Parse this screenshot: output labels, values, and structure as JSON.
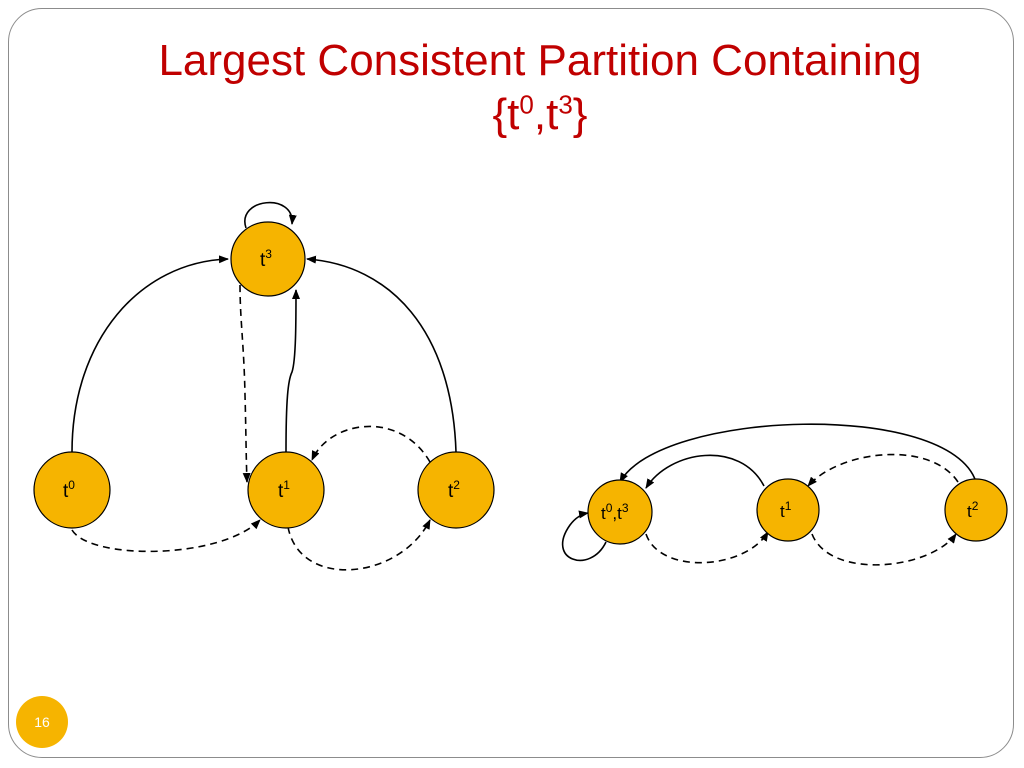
{
  "title": {
    "line1": "Largest Consistent Partition Containing",
    "open": "{t",
    "sup0": "0",
    "comma": ",t",
    "sup3": "3",
    "close": "}"
  },
  "colors": {
    "title": "#c00000",
    "node_fill": "#f6b400",
    "node_stroke": "#000000",
    "slide_number_bg": "#f6b400"
  },
  "left_graph": {
    "nodes": [
      {
        "id": "t3",
        "base": "t",
        "sup": "3"
      },
      {
        "id": "t0",
        "base": "t",
        "sup": "0"
      },
      {
        "id": "t1",
        "base": "t",
        "sup": "1"
      },
      {
        "id": "t2",
        "base": "t",
        "sup": "2"
      }
    ]
  },
  "right_graph": {
    "nodes": [
      {
        "id": "t0t3",
        "base1": "t",
        "sup1": "0",
        "sep": ",t",
        "sup2": "3"
      },
      {
        "id": "t1",
        "base": "t",
        "sup": "1"
      },
      {
        "id": "t2",
        "base": "t",
        "sup": "2"
      }
    ]
  },
  "slide_number": "16"
}
